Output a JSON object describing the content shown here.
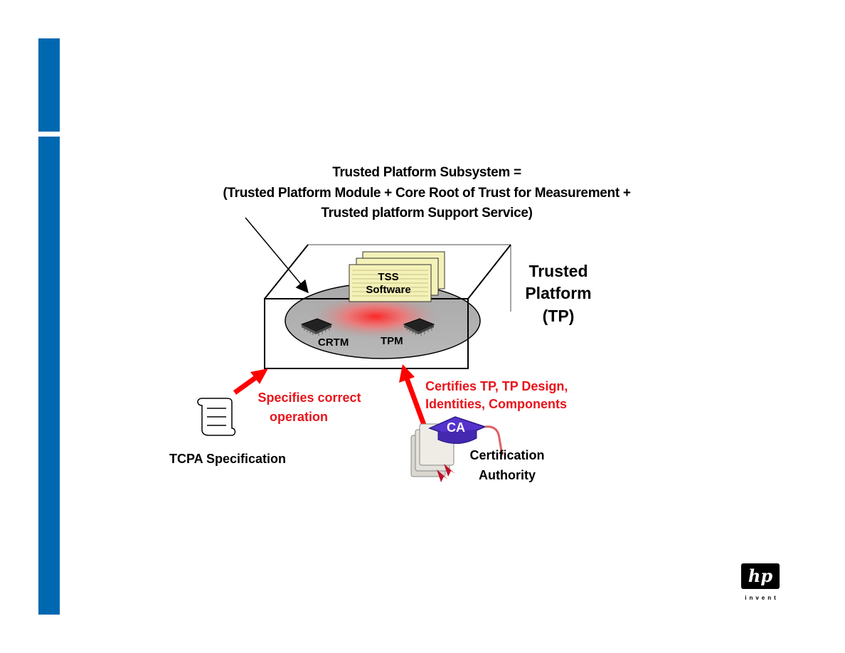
{
  "title": {
    "line1": "Trusted Platform Subsystem =",
    "line2": "(Trusted Platform Module +  Core Root of Trust for Measurement +",
    "line3": "Trusted platform Support Service)"
  },
  "platform_label": [
    "Trusted",
    "Platform",
    "(TP)"
  ],
  "tss": {
    "line1": "TSS",
    "line2": "Software"
  },
  "chips": {
    "crtm": "CRTM",
    "tpm": "TPM"
  },
  "specifies": {
    "line1": "Specifies correct",
    "line2": "operation"
  },
  "certifies": {
    "line1": "Certifies TP, TP Design,",
    "line2": "Identities, Components"
  },
  "ca_badge": "CA",
  "certification_authority": {
    "line1": "Certification",
    "line2": "Authority"
  },
  "tcpa_spec": "TCPA Specification",
  "logo": {
    "mark": "hp",
    "tagline": "invent"
  },
  "colors": {
    "sidebar": "#0068b0",
    "red": "#e8141b",
    "badge": "#5533cc"
  }
}
